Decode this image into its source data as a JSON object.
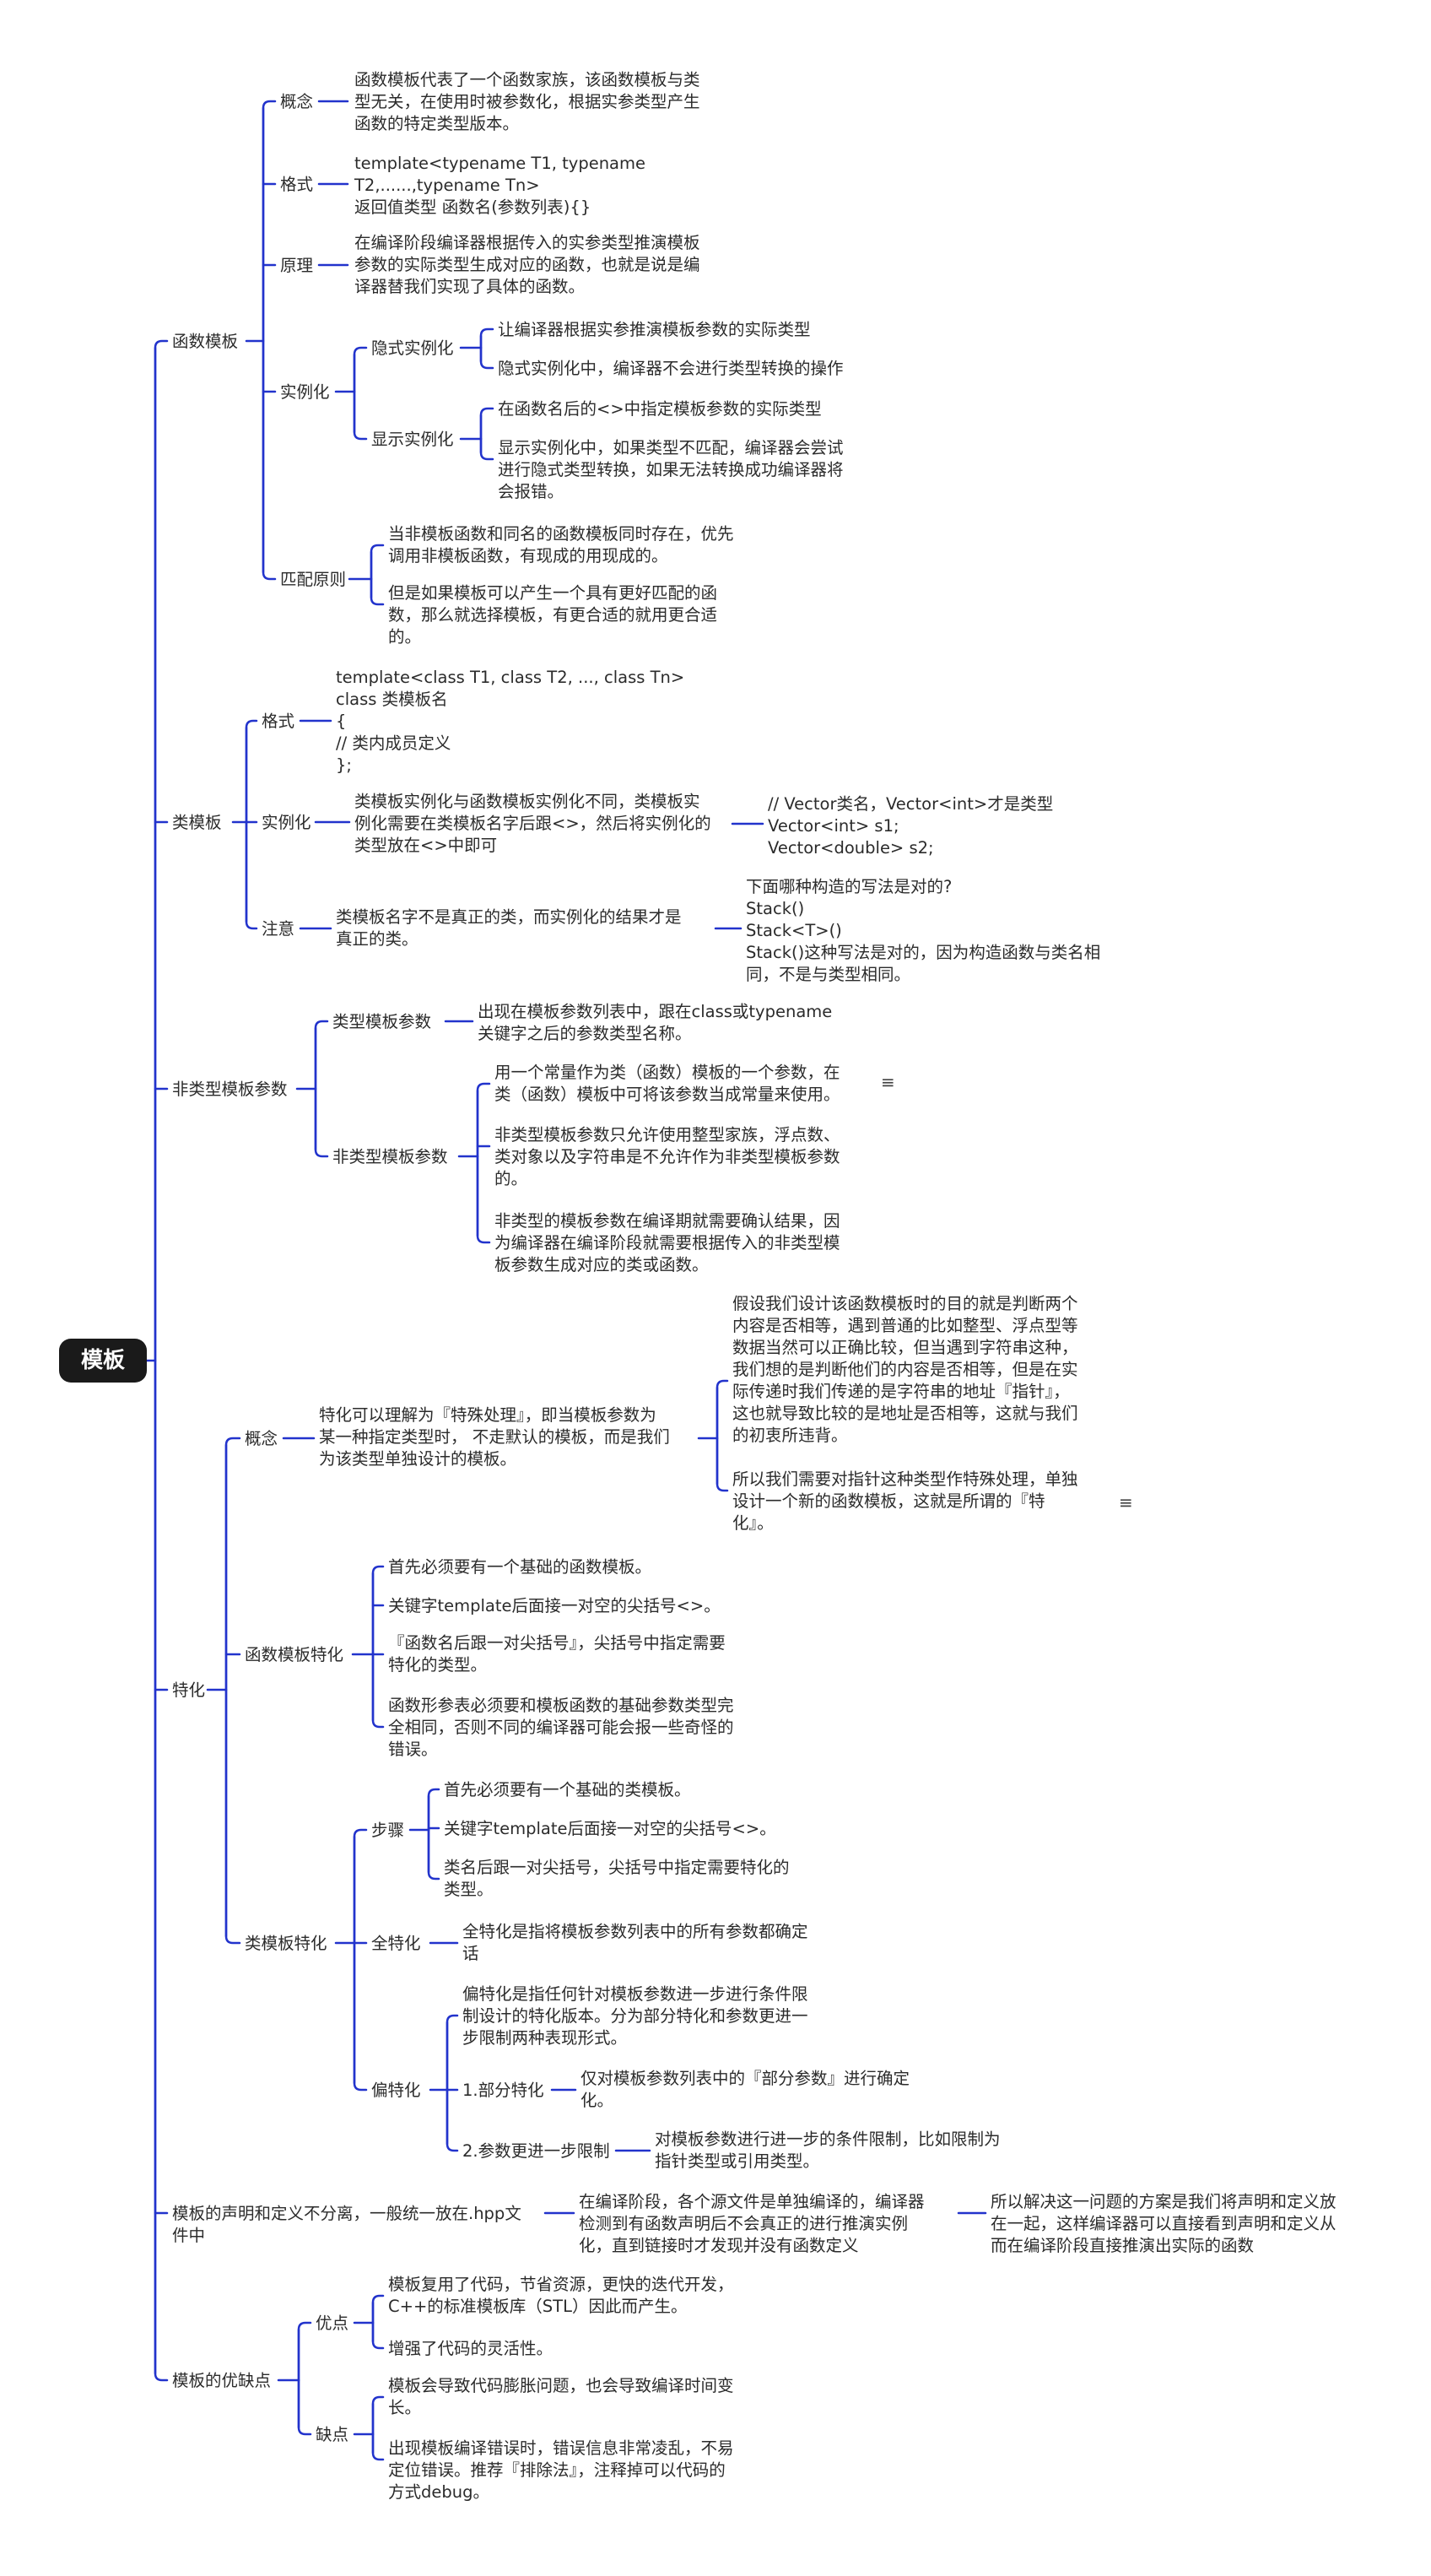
{
  "root": "模板",
  "branches": {
    "func": {
      "label": "函数模板",
      "concept": {
        "label": "概念",
        "text": "函数模板代表了一个函数家族，该函数模板与类\n型无关，在使用时被参数化，根据实参类型产生\n函数的特定类型版本。"
      },
      "format": {
        "label": "格式",
        "text": "template<typename T1, typename\nT2,......,typename Tn>\n返回值类型 函数名(参数列表){}"
      },
      "principle": {
        "label": "原理",
        "text": "在编译阶段编译器根据传入的实参类型推演模板\n参数的实际类型生成对应的函数，也就是说是编\n译器替我们实现了具体的函数。"
      },
      "inst": {
        "label": "实例化",
        "implicit": {
          "label": "隐式实例化",
          "items": [
            "让编译器根据实参推演模板参数的实际类型",
            "隐式实例化中，编译器不会进行类型转换的操作"
          ]
        },
        "explicit": {
          "label": "显示实例化",
          "items": [
            "在函数名后的<>中指定模板参数的实际类型",
            "显示实例化中，如果类型不匹配，编译器会尝试\n进行隐式类型转换，如果无法转换成功编译器将\n会报错。"
          ]
        }
      },
      "match": {
        "label": "匹配原则",
        "items": [
          "当非模板函数和同名的函数模板同时存在，优先\n调用非模板函数，有现成的用现成的。",
          "但是如果模板可以产生一个具有更好匹配的函\n数，那么就选择模板，有更合适的就用更合适\n的。"
        ]
      }
    },
    "cls": {
      "label": "类模板",
      "format": {
        "label": "格式",
        "text": "template<class T1, class T2, ..., class Tn>\nclass 类模板名\n{\n        // 类内成员定义\n};"
      },
      "inst": {
        "label": "实例化",
        "text": "类模板实例化与函数模板实例化不同，类模板实\n例化需要在类模板名字后跟<>，然后将实例化的\n类型放在<>中即可",
        "code": "// Vector类名，Vector<int>才是类型\nVector<int> s1;\nVector<double> s2;"
      },
      "note": {
        "label": "注意",
        "text": "类模板名字不是真正的类，而实例化的结果才是\n真正的类。",
        "detail": "下面哪种构造的写法是对的?\nStack()\nStack<T>()\n Stack()这种写法是对的，因为构造函数与类名相\n同，不是与类型相同。"
      }
    },
    "nontype": {
      "label": "非类型模板参数",
      "type_param": {
        "label": "类型模板参数",
        "text": "出现在模板参数列表中，跟在class或typename\n关键字之后的参数类型名称。"
      },
      "nontype_param": {
        "label": "非类型模板参数",
        "items": [
          "用一个常量作为类（函数）模板的一个参数，在\n类（函数）模板中可将该参数当成常量来使用。",
          "非类型模板参数只允许使用整型家族，浮点数、\n类对象以及字符串是不允许作为非类型模板参数\n的。",
          "非类型的模板参数在编译期就需要确认结果，因\n为编译器在编译阶段就需要根据传入的非类型模\n板参数生成对应的类或函数。"
        ]
      }
    },
    "spec": {
      "label": "特化",
      "concept": {
        "label": "概念",
        "text": "特化可以理解为『特殊处理』，即当模板参数为\n某一种指定类型时， 不走默认的模板，而是我们\n为该类型单独设计的模板。",
        "items": [
          "假设我们设计该函数模板时的目的就是判断两个\n内容是否相等，遇到普通的比如整型、浮点型等\n数据当然可以正确比较，但当遇到字符串这种，\n我们想的是判断他们的内容是否相等，但是在实\n际传递时我们传递的是字符串的地址『指针』，\n这也就导致比较的是地址是否相等，这就与我们\n的初衷所违背。",
          "所以我们需要对指针这种类型作特殊处理，单独\n设计一个新的函数模板，这就是所谓的『特\n化』。"
        ]
      },
      "func_spec": {
        "label": "函数模板特化",
        "items": [
          "首先必须要有一个基础的函数模板。",
          "关键字template后面接一对空的尖括号<>。",
          "『函数名后跟一对尖括号』，尖括号中指定需要\n特化的类型。",
          "函数形参表必须要和模板函数的基础参数类型完\n全相同，否则不同的编译器可能会报一些奇怪的\n错误。"
        ]
      },
      "cls_spec": {
        "label": "类模板特化",
        "steps": {
          "label": "步骤",
          "items": [
            "首先必须要有一个基础的类模板。",
            "关键字template后面接一对空的尖括号<>。",
            "类名后跟一对尖括号，尖括号中指定需要特化的\n类型。"
          ]
        },
        "full": {
          "label": "全特化",
          "text": "全特化是指将模板参数列表中的所有参数都确定\n话"
        },
        "partial": {
          "label": "偏特化",
          "text": "偏特化是指任何针对模板参数进一步进行条件限\n制设计的特化版本。分为部分特化和参数更进一\n步限制两种表现形式。",
          "p1": {
            "label": "1.部分特化",
            "text": "仅对模板参数列表中的『部分参数』进行确定\n化。"
          },
          "p2": {
            "label": "2.参数更进一步限制",
            "text": "对模板参数进行进一步的条件限制，比如限制为\n指针类型或引用类型。"
          }
        }
      }
    },
    "separate": {
      "label": "模板的声明和定义不分离，一般统一放在.hpp文\n件中",
      "text": "在编译阶段，各个源文件是单独编译的，编译器\n检测到有函数声明后不会真正的进行推演实例\n化，直到链接时才发现并没有函数定义",
      "detail": "所以解决这一问题的方案是我们将声明和定义放\n在一起，这样编译器可以直接看到声明和定义从\n而在编译阶段直接推演出实际的函数"
    },
    "proscons": {
      "label": "模板的优缺点",
      "pros": {
        "label": "优点",
        "items": [
          "模板复用了代码，节省资源，更快的迭代开发，\nC++的标准模板库（STL）因此而产生。",
          "增强了代码的灵活性。"
        ]
      },
      "cons": {
        "label": "缺点",
        "items": [
          "模板会导致代码膨胀问题，也会导致编译时间变\n长。",
          "出现模板编译错误时，错误信息非常凌乱，不易\n定位错误。推荐『排除法』，注释掉可以代码的\n方式debug。"
        ]
      }
    }
  },
  "colors": {
    "line": "#2233cc",
    "root_bg": "#1a1a1a",
    "text": "#2b2b2b"
  }
}
